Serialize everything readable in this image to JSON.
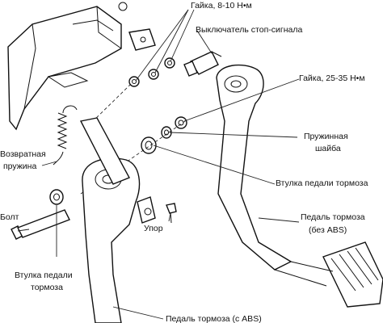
{
  "labels": {
    "nuts_small": "Гайка, 8-10 Н•м",
    "brake_light_switch": "Выключатель стоп-сигнала",
    "nut_large": "Гайка, 25-35 Н•м",
    "spring_washer_line1": "Пружинная",
    "spring_washer_line2": "шайба",
    "pedal_bushing_right": "Втулка педали тормоза",
    "pedal_no_abs_line1": "Педаль тормоза",
    "pedal_no_abs_line2": "(без ABS)",
    "return_spring_line1": "Возвратная",
    "return_spring_line2": "пружина",
    "bolt": "Болт",
    "stop": "Упор",
    "pedal_bushing_left_line1": "Втулка педали",
    "pedal_bushing_left_line2": "тормоза",
    "pedal_abs": "Педаль тормоза (с ABS)"
  }
}
